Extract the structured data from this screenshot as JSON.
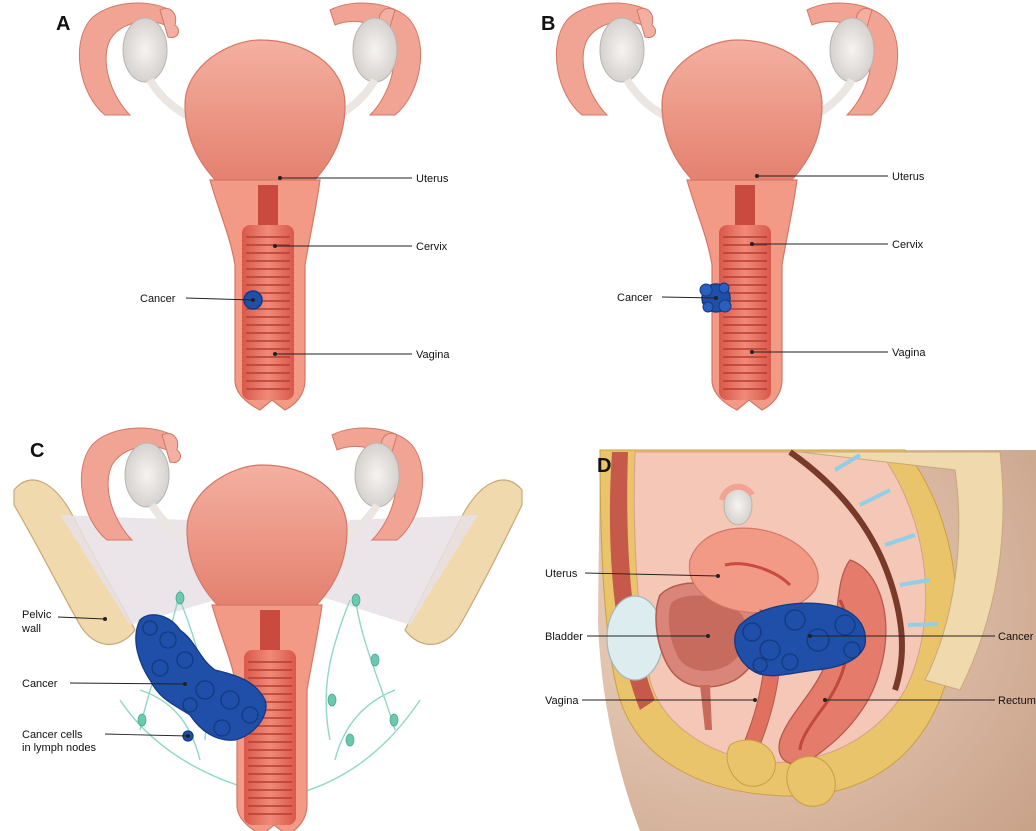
{
  "panels": [
    {
      "letter": "A",
      "labels": {
        "uterus": "Uterus",
        "cervix": "Cervix",
        "cancer": "Cancer",
        "vagina": "Vagina"
      }
    },
    {
      "letter": "B",
      "labels": {
        "uterus": "Uterus",
        "cervix": "Cervix",
        "cancer": "Cancer",
        "vagina": "Vagina"
      }
    },
    {
      "letter": "C",
      "labels": {
        "pelvic_wall_1": "Pelvic",
        "pelvic_wall_2": "wall",
        "cancer": "Cancer",
        "lymph_1": "Cancer cells",
        "lymph_2": "in lymph nodes"
      }
    },
    {
      "letter": "D",
      "labels": {
        "uterus": "Uterus",
        "bladder": "Bladder",
        "vagina": "Vagina",
        "cancer": "Cancer",
        "rectum": "Rectum"
      }
    }
  ],
  "colors": {
    "tissue": "#f2a08e",
    "tissue_dark": "#e07a68",
    "tube": "#f1a394",
    "ovary": "#e6e3e1",
    "cancer": "#1f4fa8",
    "cancer_dark": "#143a80",
    "lymph": "#8fd8c4",
    "bone": "#f0d9ad",
    "fat": "#e9c46a",
    "skin": "#e2c3ad"
  }
}
